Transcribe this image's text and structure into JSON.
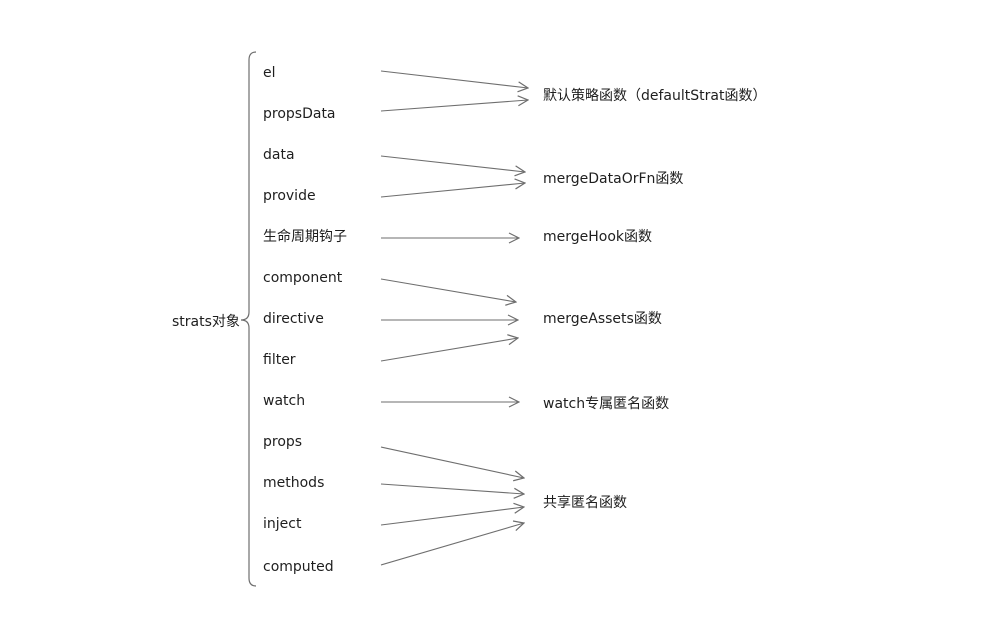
{
  "root": {
    "label": "strats对象"
  },
  "options": [
    {
      "id": "el",
      "label": "el",
      "target": "default"
    },
    {
      "id": "propsData",
      "label": "propsData",
      "target": "default"
    },
    {
      "id": "data",
      "label": "data",
      "target": "mergeDataOrFn"
    },
    {
      "id": "provide",
      "label": "provide",
      "target": "mergeDataOrFn"
    },
    {
      "id": "lifecycle",
      "label": "生命周期钩子",
      "target": "mergeHook"
    },
    {
      "id": "component",
      "label": "component",
      "target": "mergeAssets"
    },
    {
      "id": "directive",
      "label": "directive",
      "target": "mergeAssets"
    },
    {
      "id": "filter",
      "label": "filter",
      "target": "mergeAssets"
    },
    {
      "id": "watch",
      "label": "watch",
      "target": "watchFn"
    },
    {
      "id": "props",
      "label": "props",
      "target": "shared"
    },
    {
      "id": "methods",
      "label": "methods",
      "target": "shared"
    },
    {
      "id": "inject",
      "label": "inject",
      "target": "shared"
    },
    {
      "id": "computed",
      "label": "computed",
      "target": "shared"
    }
  ],
  "targets": [
    {
      "id": "default",
      "label": "默认策略函数（defaultStrat函数）"
    },
    {
      "id": "mergeDataOrFn",
      "label": "mergeDataOrFn函数"
    },
    {
      "id": "mergeHook",
      "label": "mergeHook函数"
    },
    {
      "id": "mergeAssets",
      "label": "mergeAssets函数"
    },
    {
      "id": "watchFn",
      "label": "watch专属匿名函数"
    },
    {
      "id": "shared",
      "label": "共享匿名函数"
    }
  ],
  "colors": {
    "line": "#6e6e6e",
    "text": "#1e1e1e",
    "background": "#ffffff"
  }
}
